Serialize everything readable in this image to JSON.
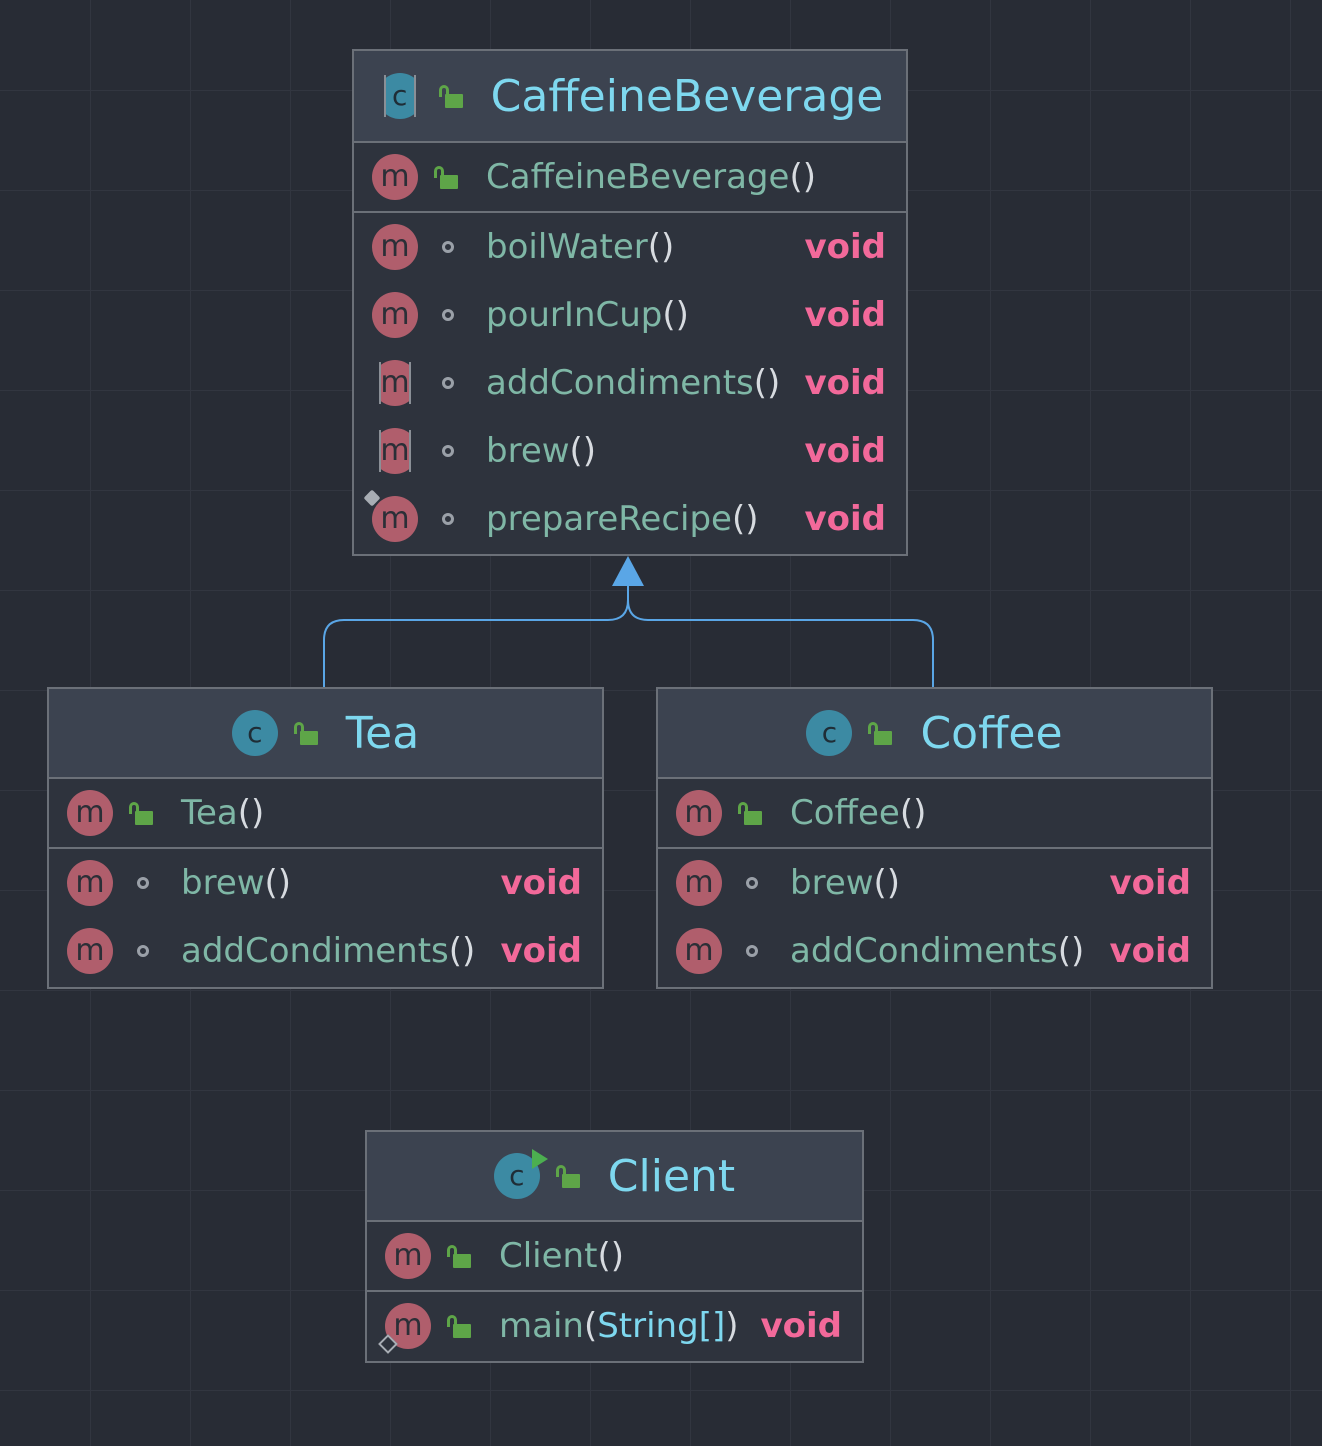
{
  "classes": {
    "caffeine": {
      "name": "CaffeineBeverage",
      "icon": "abstract-class-icon",
      "constructor": "CaffeineBeverage",
      "methods": [
        {
          "name": "boilWater",
          "return": "void"
        },
        {
          "name": "pourInCup",
          "return": "void"
        },
        {
          "name": "addCondiments",
          "return": "void"
        },
        {
          "name": "brew",
          "return": "void"
        },
        {
          "name": "prepareRecipe",
          "return": "void"
        }
      ]
    },
    "tea": {
      "name": "Tea",
      "icon": "class-icon",
      "constructor": "Tea",
      "methods": [
        {
          "name": "brew",
          "return": "void"
        },
        {
          "name": "addCondiments",
          "return": "void"
        }
      ]
    },
    "coffee": {
      "name": "Coffee",
      "icon": "class-icon",
      "constructor": "Coffee",
      "methods": [
        {
          "name": "brew",
          "return": "void"
        },
        {
          "name": "addCondiments",
          "return": "void"
        }
      ]
    },
    "client": {
      "name": "Client",
      "icon": "runnable-class-icon",
      "constructor": "Client",
      "methods": [
        {
          "name": "main",
          "param": "String[]",
          "return": "void"
        }
      ]
    }
  },
  "glyphs": {
    "class": "c",
    "method": "m"
  },
  "colors": {
    "background": "#282c35",
    "class_name": "#7ed8ef",
    "method_name": "#7fb7a6",
    "return_type": "#f2699a",
    "inheritance_arrow": "#5aa6e6",
    "method_badge": "#b05e6c",
    "class_badge": "#3c8aa3",
    "public_lock": "#5ea548"
  },
  "relations": [
    {
      "type": "inheritance",
      "from": "Tea",
      "to": "CaffeineBeverage"
    },
    {
      "type": "inheritance",
      "from": "Coffee",
      "to": "CaffeineBeverage"
    }
  ]
}
